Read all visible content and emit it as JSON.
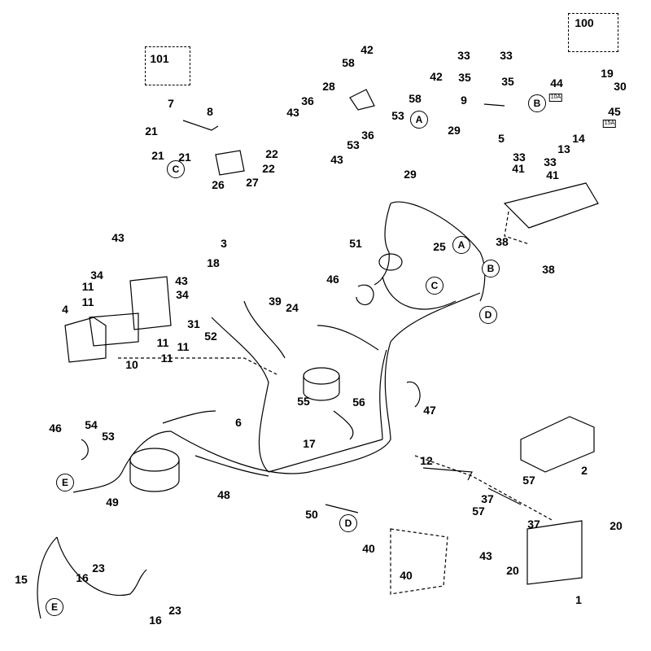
{
  "callouts": [
    "1",
    "2",
    "3",
    "4",
    "5",
    "6",
    "7",
    "8",
    "9",
    "10",
    "11",
    "12",
    "13",
    "14",
    "15",
    "16",
    "17",
    "18",
    "19",
    "20",
    "21",
    "22",
    "23",
    "24",
    "25",
    "26",
    "27",
    "28",
    "29",
    "30",
    "31",
    "33",
    "34",
    "35",
    "36",
    "37",
    "38",
    "39",
    "40",
    "41",
    "42",
    "43",
    "44",
    "45",
    "46",
    "47",
    "48",
    "49",
    "50",
    "51",
    "52",
    "53",
    "54",
    "55",
    "56",
    "57",
    "58",
    "100",
    "101"
  ],
  "connectors": [
    "A",
    "B",
    "C",
    "D",
    "E"
  ],
  "fuse_ratings": {
    "f44": "10A",
    "f45": "15A"
  }
}
